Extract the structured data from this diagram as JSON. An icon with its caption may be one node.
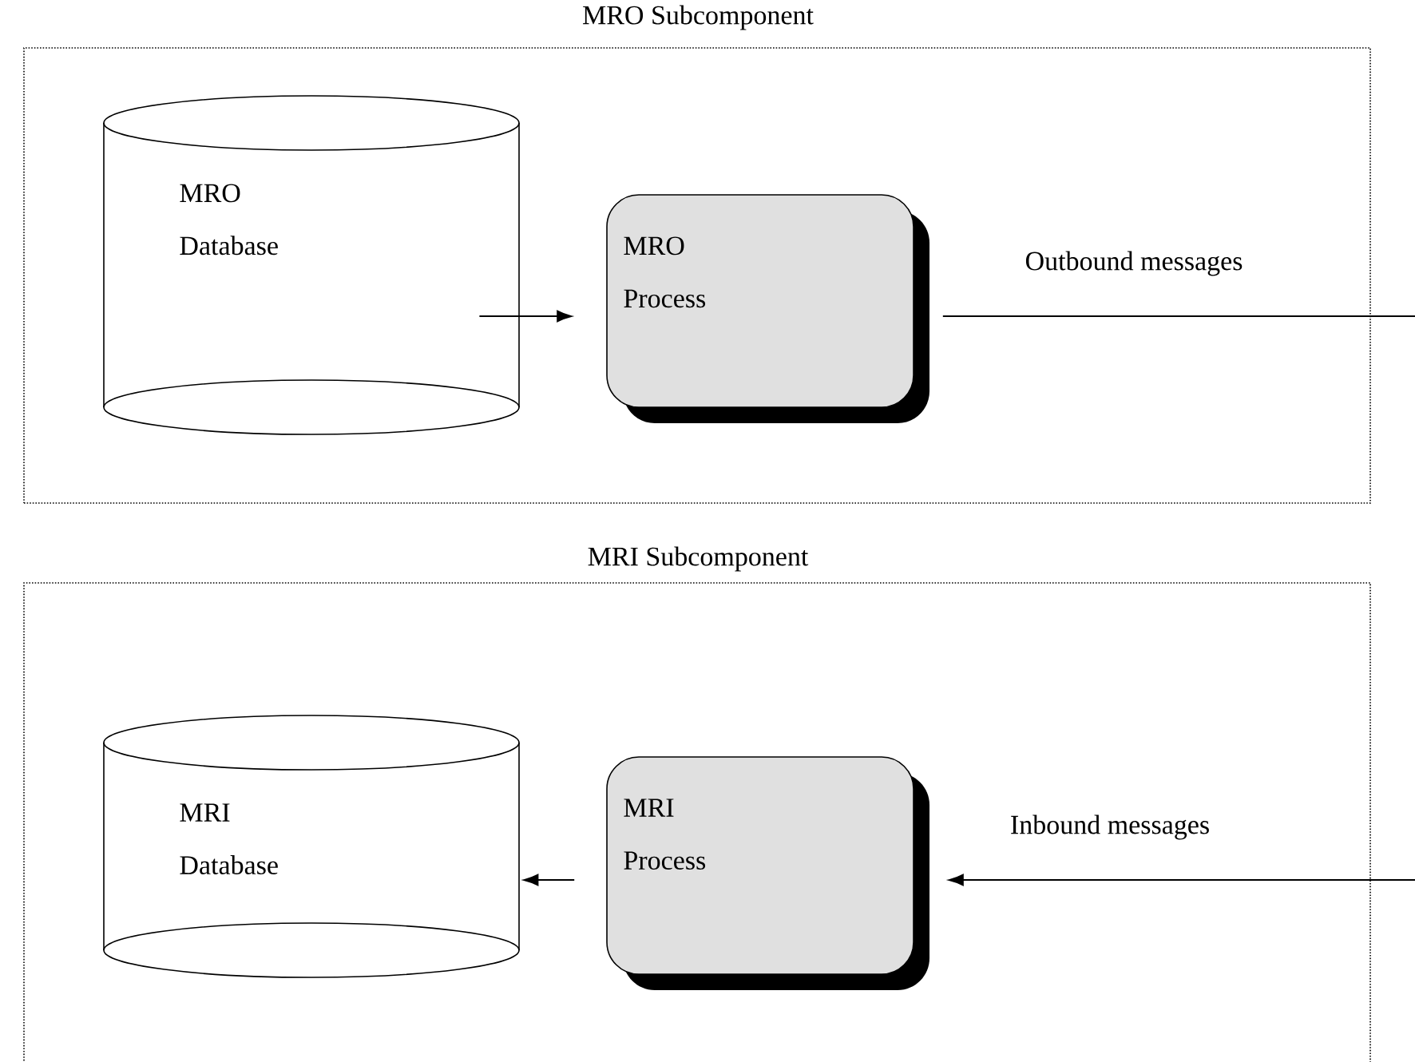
{
  "diagram": {
    "nodes": [
      {
        "text": [
          "MRO Subcomponent"
        ]
      },
      {
        "text": [
          "MRO Database"
        ],
        "in": 0
      },
      {
        "text": [
          "MRO Process"
        ],
        "in": 0
      },
      {
        "text": [
          "MRI Subcomponent"
        ]
      },
      {
        "text": [
          "MRI Database"
        ],
        "in": 3
      },
      {
        "text": [
          "MRI Process"
        ],
        "in": 3
      }
    ],
    "edges": [
      {
        "from": 1,
        "to": 2,
        "arrow": "to"
      },
      {
        "from": 2,
        "to": null,
        "arrow": "none",
        "label": "Outbound messages"
      },
      {
        "from": null,
        "to": 5,
        "arrow": "to",
        "label": "Inbound messages"
      },
      {
        "from": 5,
        "to": 4,
        "arrow": "to"
      }
    ]
  }
}
